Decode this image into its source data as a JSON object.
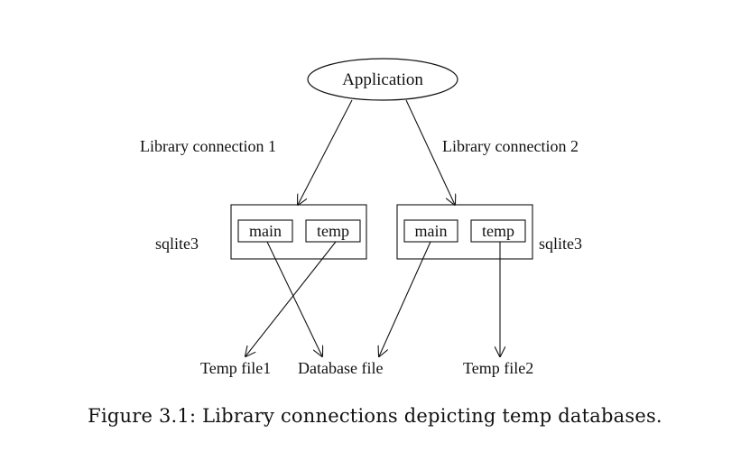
{
  "diagram": {
    "application": "Application",
    "connection1": "Library connection 1",
    "connection2": "Library connection 2",
    "sqlite_left": "sqlite3",
    "sqlite_right": "sqlite3",
    "left_main": "main",
    "left_temp": "temp",
    "right_main": "main",
    "right_temp": "temp",
    "temp_file1": "Temp file1",
    "database_file": "Database file",
    "temp_file2": "Temp file2"
  },
  "caption": "Figure 3.1: Library connections depicting temp databases."
}
